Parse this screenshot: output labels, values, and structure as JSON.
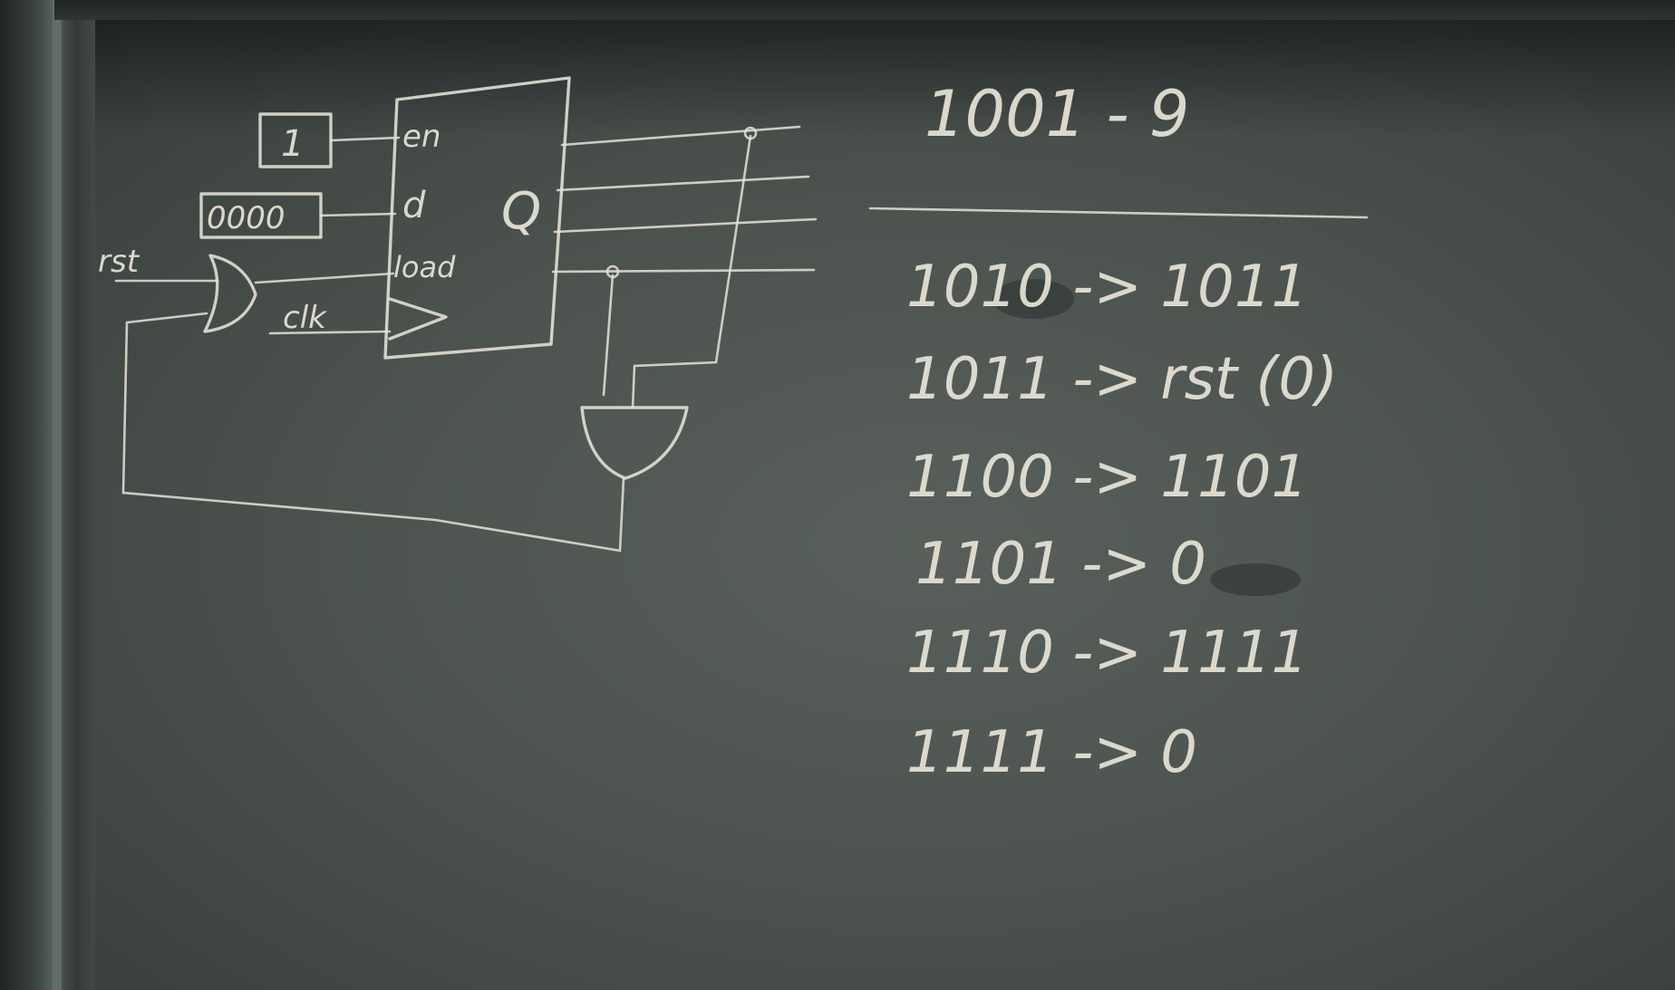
{
  "circuit": {
    "input_one": "1",
    "input_zero": "0000",
    "rst_label": "rst",
    "clk_label": "clk",
    "port_en": "en",
    "port_d": "d",
    "port_load": "load",
    "port_q": "Q"
  },
  "notes": {
    "header": "1001 - 9",
    "rows": [
      "1010 -> 1011",
      "1011 -> rst (0)",
      "1100 -> 1101",
      "1101 -> 0",
      "1110 -> 1111",
      "1111 -> 0"
    ]
  },
  "colors": {
    "board": "#4c534f",
    "chalk": "#e6e2d6"
  }
}
